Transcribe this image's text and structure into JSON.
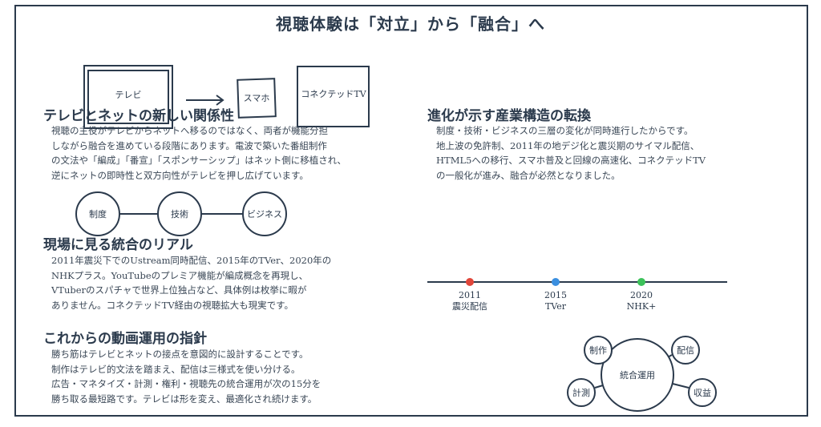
{
  "title": "視聴体験は「対立」から「融合」へ",
  "sketch": {
    "tv": "テレビ",
    "phone": "スマホ",
    "ctv": "コネクテッドTV"
  },
  "sections": [
    {
      "heading": "テレビとネットの新しい関係性",
      "lines": [
        "視聴の主役がテレビからネットへ移るのではなく、両者が機能分担",
        "しながら融合を進めている段階にあります。電波で築いた番組制作",
        "の文法や「編成」「番宣」「スポンサーシップ」はネット側に移植され、",
        "逆にネットの即時性と双方向性がテレビを押し広げています。"
      ]
    },
    {
      "heading": "現場に見る統合のリアル",
      "lines": [
        "2011年震災下でのUstream同時配信、2015年のTVer、2020年の",
        "NHKプラス。YouTubeのプレミア機能が編成概念を再現し、",
        "VTuberのスパチャで世界上位独占など、具体例は枚挙に暇が",
        "ありません。コネクテッドTV経由の視聴拡大も現実です。"
      ]
    },
    {
      "heading": "これからの動画運用の指針",
      "lines": [
        "勝ち筋はテレビとネットの接点を意図的に設計することです。",
        "制作はテレビ的文法を踏まえ、配信は三様式を使い分ける。",
        "広告・マネタイズ・計測・権利・視聴先の統合運用が次の15分を",
        "勝ち取る最短路です。テレビは形を変え、最適化され続けます。"
      ]
    },
    {
      "heading": "進化が示す産業構造の転換",
      "lines": [
        "制度・技術・ビジネスの三層の変化が同時進行したからです。",
        "地上波の免許制、2011年の地デジ化と震災期のサイマル配信、",
        "HTML5への移行、スマホ普及と回線の高速化、コネクテッドTV",
        "の一般化が進み、融合が必然となりました。"
      ]
    }
  ],
  "layers": [
    "制度",
    "技術",
    "ビジネス"
  ],
  "timeline": [
    {
      "year": "2011",
      "label": "震災配信",
      "color": "#e0463a"
    },
    {
      "year": "2015",
      "label": "TVer",
      "color": "#3a8fe0"
    },
    {
      "year": "2020",
      "label": "NHK+",
      "color": "#3cc25a"
    }
  ],
  "hub": {
    "center": "統合運用",
    "nodes": [
      "制作",
      "配信",
      "計測",
      "収益"
    ]
  }
}
